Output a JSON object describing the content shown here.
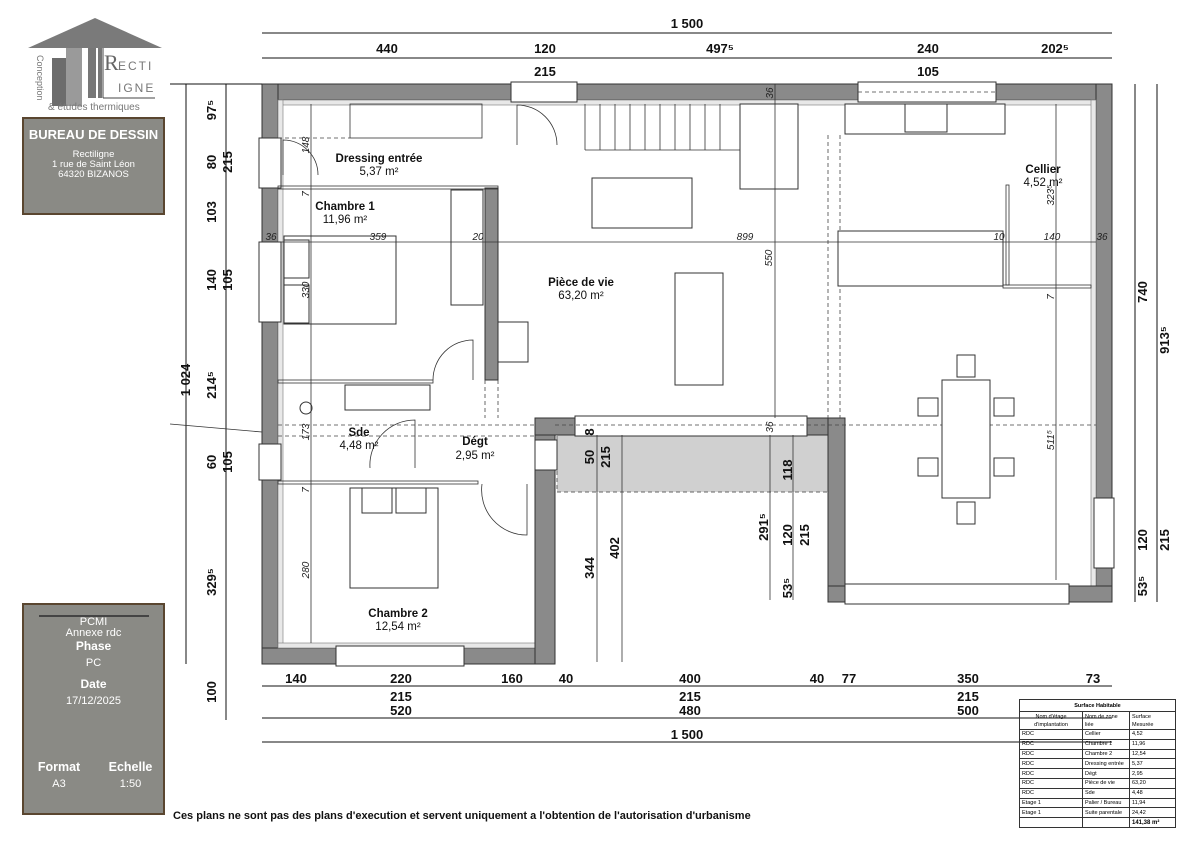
{
  "logo": {
    "brand_top": "ECTI",
    "brand_bottom": "IGNE",
    "brand_letter": "R",
    "side_text": "Conception",
    "tagline": "& études thermiques"
  },
  "office": {
    "title": "BUREAU DE DESSIN",
    "name": "Rectiligne",
    "street": "1 rue de Saint Léon",
    "city": "64320 BIZANOS"
  },
  "project": {
    "type": "PCMI",
    "sheet": "Annexe rdc",
    "phase_label": "Phase",
    "phase": "PC",
    "date_label": "Date",
    "date": "17/12/2025",
    "format_label": "Format",
    "format": "A3",
    "scale_label": "Echelle",
    "scale": "1:50"
  },
  "rooms": [
    {
      "name": "Dressing entrée",
      "area": "5,37 m²"
    },
    {
      "name": "Chambre 1",
      "area": "11,96 m²"
    },
    {
      "name": "Pièce de vie",
      "area": "63,20 m²"
    },
    {
      "name": "Cellier",
      "area": "4,52 m²"
    },
    {
      "name": "Sde",
      "area": "4,48 m²"
    },
    {
      "name": "Dégt",
      "area": "2,95 m²"
    },
    {
      "name": "Chambre 2",
      "area": "12,54 m²"
    }
  ],
  "dims": {
    "top_total": "1 500",
    "top": [
      "440",
      "120",
      "215",
      "497⁵",
      "240",
      "105",
      "202⁵"
    ],
    "left_total": "1 024",
    "left": [
      "97⁵",
      "80",
      "215",
      "103",
      "140",
      "105",
      "214⁵",
      "60",
      "105",
      "329⁵",
      "100"
    ],
    "right": [
      "740",
      "913⁵",
      "120",
      "215",
      "53⁵"
    ],
    "bottom": [
      "140",
      "220",
      "215",
      "160",
      "40",
      "400",
      "215",
      "40",
      "77",
      "350",
      "215",
      "73"
    ],
    "bottom_sub": [
      "520",
      "480",
      "500"
    ],
    "bottom_total": "1 500",
    "interior": [
      "36",
      "148",
      "7",
      "359",
      "36",
      "20",
      "899",
      "10",
      "140",
      "36",
      "550",
      "323⁵",
      "7",
      "330",
      "173",
      "7",
      "280",
      "511⁵",
      "36",
      "8",
      "50",
      "215",
      "344",
      "402",
      "118",
      "291⁵",
      "120",
      "215",
      "53⁵"
    ]
  },
  "surface_table": {
    "title": "Surface Habitable",
    "headers": [
      "Nom d'étage d'implantation",
      "Nom de zone liée",
      "Surface Mesurée"
    ],
    "rows": [
      [
        "RDC",
        "Cellier",
        "4,52"
      ],
      [
        "RDC",
        "Chambre 1",
        "11,96"
      ],
      [
        "RDC",
        "Chambre 2",
        "12,54"
      ],
      [
        "RDC",
        "Dressing entrée",
        "5,37"
      ],
      [
        "RDC",
        "Dégt",
        "2,95"
      ],
      [
        "RDC",
        "Pièce de vie",
        "63,20"
      ],
      [
        "RDC",
        "Sde",
        "4,48"
      ],
      [
        "Etage 1",
        "Palier / Bureau",
        "11,94"
      ],
      [
        "Etage 1",
        "Suite parentale",
        "24,42"
      ]
    ],
    "total": "141,38 m²"
  },
  "footer_note": "Ces plans ne sont pas des plans d'execution et servent uniquement a l'obtention de l'autorisation d'urbanisme"
}
